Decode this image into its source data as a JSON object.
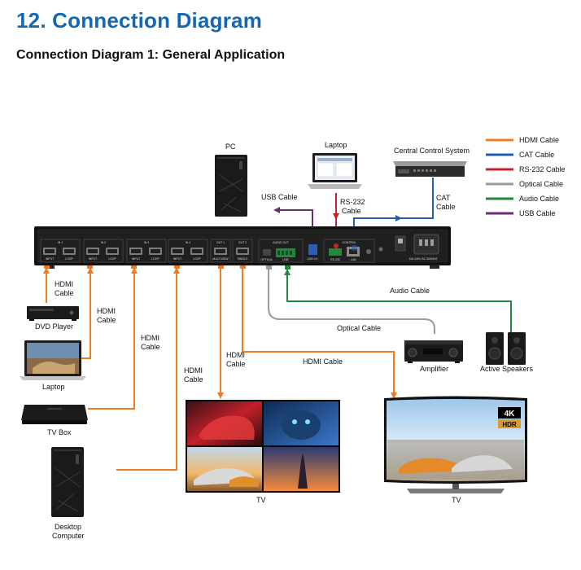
{
  "header": {
    "section_title": "12. Connection Diagram",
    "subtitle": "Connection Diagram 1: General Application"
  },
  "legend": [
    {
      "label": "HDMI Cable",
      "color": "#f07c22"
    },
    {
      "label": "CAT Cable",
      "color": "#1f5fb0"
    },
    {
      "label": "RS-232 Cable",
      "color": "#c4212e"
    },
    {
      "label": "Optical Cable",
      "color": "#9a9a9a"
    },
    {
      "label": "Audio Cable",
      "color": "#1f8a3c"
    },
    {
      "label": "USB Cable",
      "color": "#6a2f73"
    }
  ],
  "devices": {
    "pc": "PC",
    "laptop_top": "Laptop",
    "central_control": "Central Control System",
    "dvd_player": "DVD Player",
    "laptop_left": "Laptop",
    "tv_box": "TV Box",
    "desktop_line1": "Desktop",
    "desktop_line2": "Computer",
    "tv_wall": "TV",
    "tv_right": "TV",
    "amplifier": "Amplifier",
    "active_speakers": "Active Speakers"
  },
  "cable_labels": {
    "usb": "USB Cable",
    "rs232_line1": "RS-232",
    "rs232_line2": "Cable",
    "cat_line1": "CAT",
    "cat_line2": "Cable",
    "hdmi_line1": "HDMI",
    "hdmi_line2": "Cable",
    "audio": "Audio Cable",
    "optical": "Optical Cable",
    "hdmi_single": "HDMI Cable"
  },
  "device_panel": {
    "in_labels": [
      "IN 1",
      "IN 2",
      "IN 3",
      "IN 4"
    ],
    "out_labels": [
      "OUT 1",
      "OUT 2"
    ],
    "port_input": "INPUT",
    "port_loop": "LOOP",
    "port_multiview": "MULTIVIEW",
    "port_single": "SINGLE",
    "audio_out": "AUDIO OUT",
    "optical": "OPTICAL",
    "line": "LINE",
    "control": "CONTROL",
    "usb": "USB 3.0",
    "rs232": "RS-232",
    "lan": "LAN",
    "power": "100-240V AC 50/60HZ"
  },
  "tv_badges": {
    "k4": "4K",
    "hdr": "HDR"
  }
}
